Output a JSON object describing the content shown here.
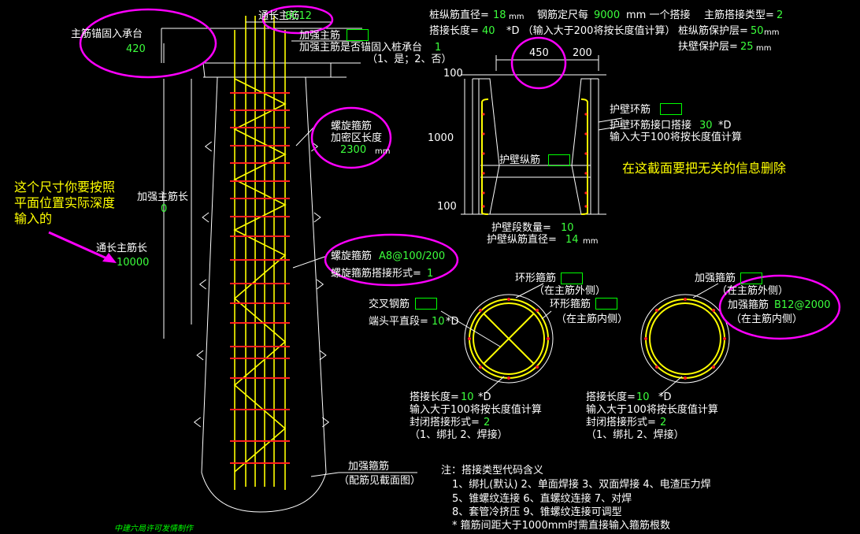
{
  "colors": {
    "line": "#ffffff",
    "rebar": "#ffff00",
    "stirrup": "#ff2020",
    "value": "#3cff3c",
    "highlight": "#ff00ff",
    "box": "#00ff00",
    "background": "#000000"
  },
  "left": {
    "anchor_label": "主筋锚固入承台",
    "anchor_value": "420",
    "main_bar_label": "通长主筋",
    "main_bar_value": "8C12",
    "reinforce_label": "加强主筋",
    "anchor_question": "加强主筋是否锚固入桩承台",
    "anchor_question_value": "1",
    "anchor_options": "（1、是；2、否）",
    "spiral_label": "螺旋箍筋",
    "dense_label": "加密区长度",
    "dense_value": "2300",
    "dense_unit": "mm",
    "reinforce_len_label": "加强主筋长",
    "reinforce_len_value": "0",
    "main_len_label": "通长主筋长",
    "main_len_value": "10000",
    "spiral2_label": "螺旋箍筋",
    "spiral2_value": "A8@100/200",
    "spiral_lap_label": "螺旋箍筋搭接形式=",
    "spiral_lap_value": "1",
    "hoop_label": "加强箍筋",
    "hoop_note": "（配筋见截面图）",
    "note_yellow_1": "这个尺寸你要按照",
    "note_yellow_2": "平面位置实际深度",
    "note_yellow_3": "输入的",
    "signature": "中建六局许可发情制作"
  },
  "top": {
    "dia_label": "桩纵筋直径=",
    "dia_value": "18",
    "dia_unit": "mm",
    "fix_label": "钢筋定尺每",
    "fix_value": "9000",
    "fix_unit": "mm 一个搭接",
    "lap_type_label": "主筋搭接类型=",
    "lap_type_value": "2",
    "lap_len_label": "搭接长度=",
    "lap_len_value": "40",
    "lap_len_note": "*D （输入大于200将按长度值计算）",
    "cover_label": "桩纵筋保护层=",
    "cover_value": "50",
    "cover_unit": "mm",
    "wall_cover_label": "扶壁保护层=",
    "wall_cover_value": "25",
    "wall_cover_unit": "mm"
  },
  "section": {
    "dim_450": "450",
    "dim_200": "200",
    "dim_100_top": "100",
    "dim_1000": "1000",
    "dim_100_bot": "100",
    "ring_label": "护壁环筋",
    "ring_lap_label": "护壁环筋接口搭接",
    "ring_lap_value": "30",
    "ring_lap_unit": "*D",
    "ring_note": "输入大于100将按长度值计算",
    "long_label": "护壁纵筋",
    "seg_count_label": "护壁段数量=",
    "seg_count_value": "10",
    "long_dia_label": "护壁纵筋直径=",
    "long_dia_value": "14",
    "long_dia_unit": "mm",
    "yellow_note": "在这截面要把无关的信息删除"
  },
  "circle1": {
    "hoop_label": "环形箍筋",
    "hoop_note": "（在主筋外侧）",
    "hoop2_label": "环形箍筋",
    "hoop2_note": "（在主筋内侧）",
    "cross_label": "交叉钢筋",
    "end_label": "端头平直段=",
    "end_value": "10",
    "end_unit": "*D",
    "lap_label": "搭接长度=",
    "lap_value": "10",
    "lap_unit": "*D",
    "lap_note": "输入大于100将按长度值计算",
    "close_label": "封闭搭接形式=",
    "close_value": "2",
    "options": "（1、绑扎  2、焊接）"
  },
  "circle2": {
    "hoop_label": "加强箍筋",
    "hoop_note": "（在主筋外侧）",
    "hoop2_label": "加强箍筋",
    "hoop2_value": "B12@2000",
    "hoop2_note": "（在主筋内侧）",
    "lap_label": "搭接长度=",
    "lap_value": "10",
    "lap_unit": "*D",
    "lap_note": "输入大于100将按长度值计算",
    "close_label": "封闭搭接形式=",
    "close_value": "2",
    "options": "（1、绑扎  2、焊接）"
  },
  "notes": {
    "title": "注：搭接类型代码含义",
    "line1": "1、绑扎(默认)    2、单面焊接    3、双面焊接    4、电渣压力焊",
    "line2": "5、锥螺纹连接    6、直螺纹连接    7、对焊",
    "line3": "8、套管冷挤压    9、锥螺纹连接可调型",
    "line4": "* 箍筋间距大于1000mm时需直接输入箍筋根数"
  }
}
